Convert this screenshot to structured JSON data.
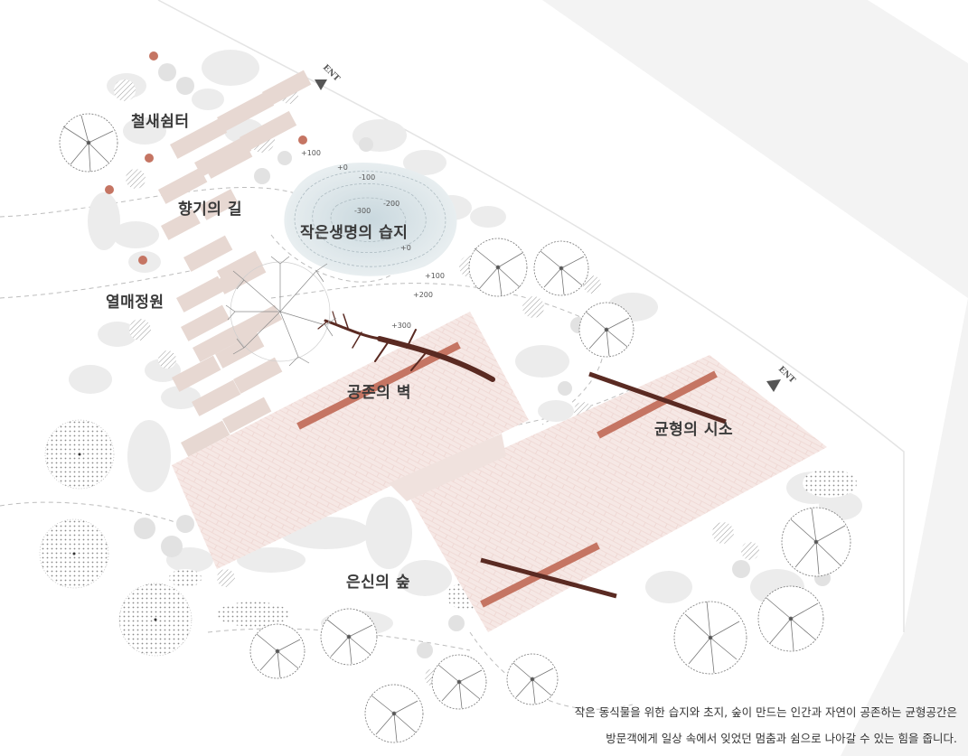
{
  "zones": {
    "bird_shelter": "철새쉼터",
    "scent_path": "향기의 길",
    "berry_garden": "열매정원",
    "wetland": "작은생명의 습지",
    "coexist_wall": "공존의 벽",
    "balance_seesaw": "균형의 시소",
    "hidden_forest": "은신의 숲"
  },
  "levels": {
    "l_p100_top": "+100",
    "l_0_top": "+0",
    "l_m100": "-100",
    "l_m200": "-200",
    "l_m300": "-300",
    "l_0_bottom": "+0",
    "l_p100_mid": "+100",
    "l_p200": "+200",
    "l_p300": "+300"
  },
  "entrances": {
    "top": "ENT",
    "right": "ENT"
  },
  "caption": {
    "line1": "작은 동식물을 위한 습지와 초지, 숲이 만드는 인간과 자연이 공존하는 균형공간은",
    "line2": "방문객에게 일상 속에서 잊었던 멈춤과 쉼으로 나아갈 수 있는 힘을 줍니다."
  },
  "colors": {
    "deck_fill": "#f6e8e5",
    "bench_fill": "#e7d8d2",
    "terracotta": "#c57563",
    "dark_brown": "#5a2a22",
    "wetland": "#dde6ea",
    "bush": "#ececec",
    "road": "#f1f1f1"
  }
}
